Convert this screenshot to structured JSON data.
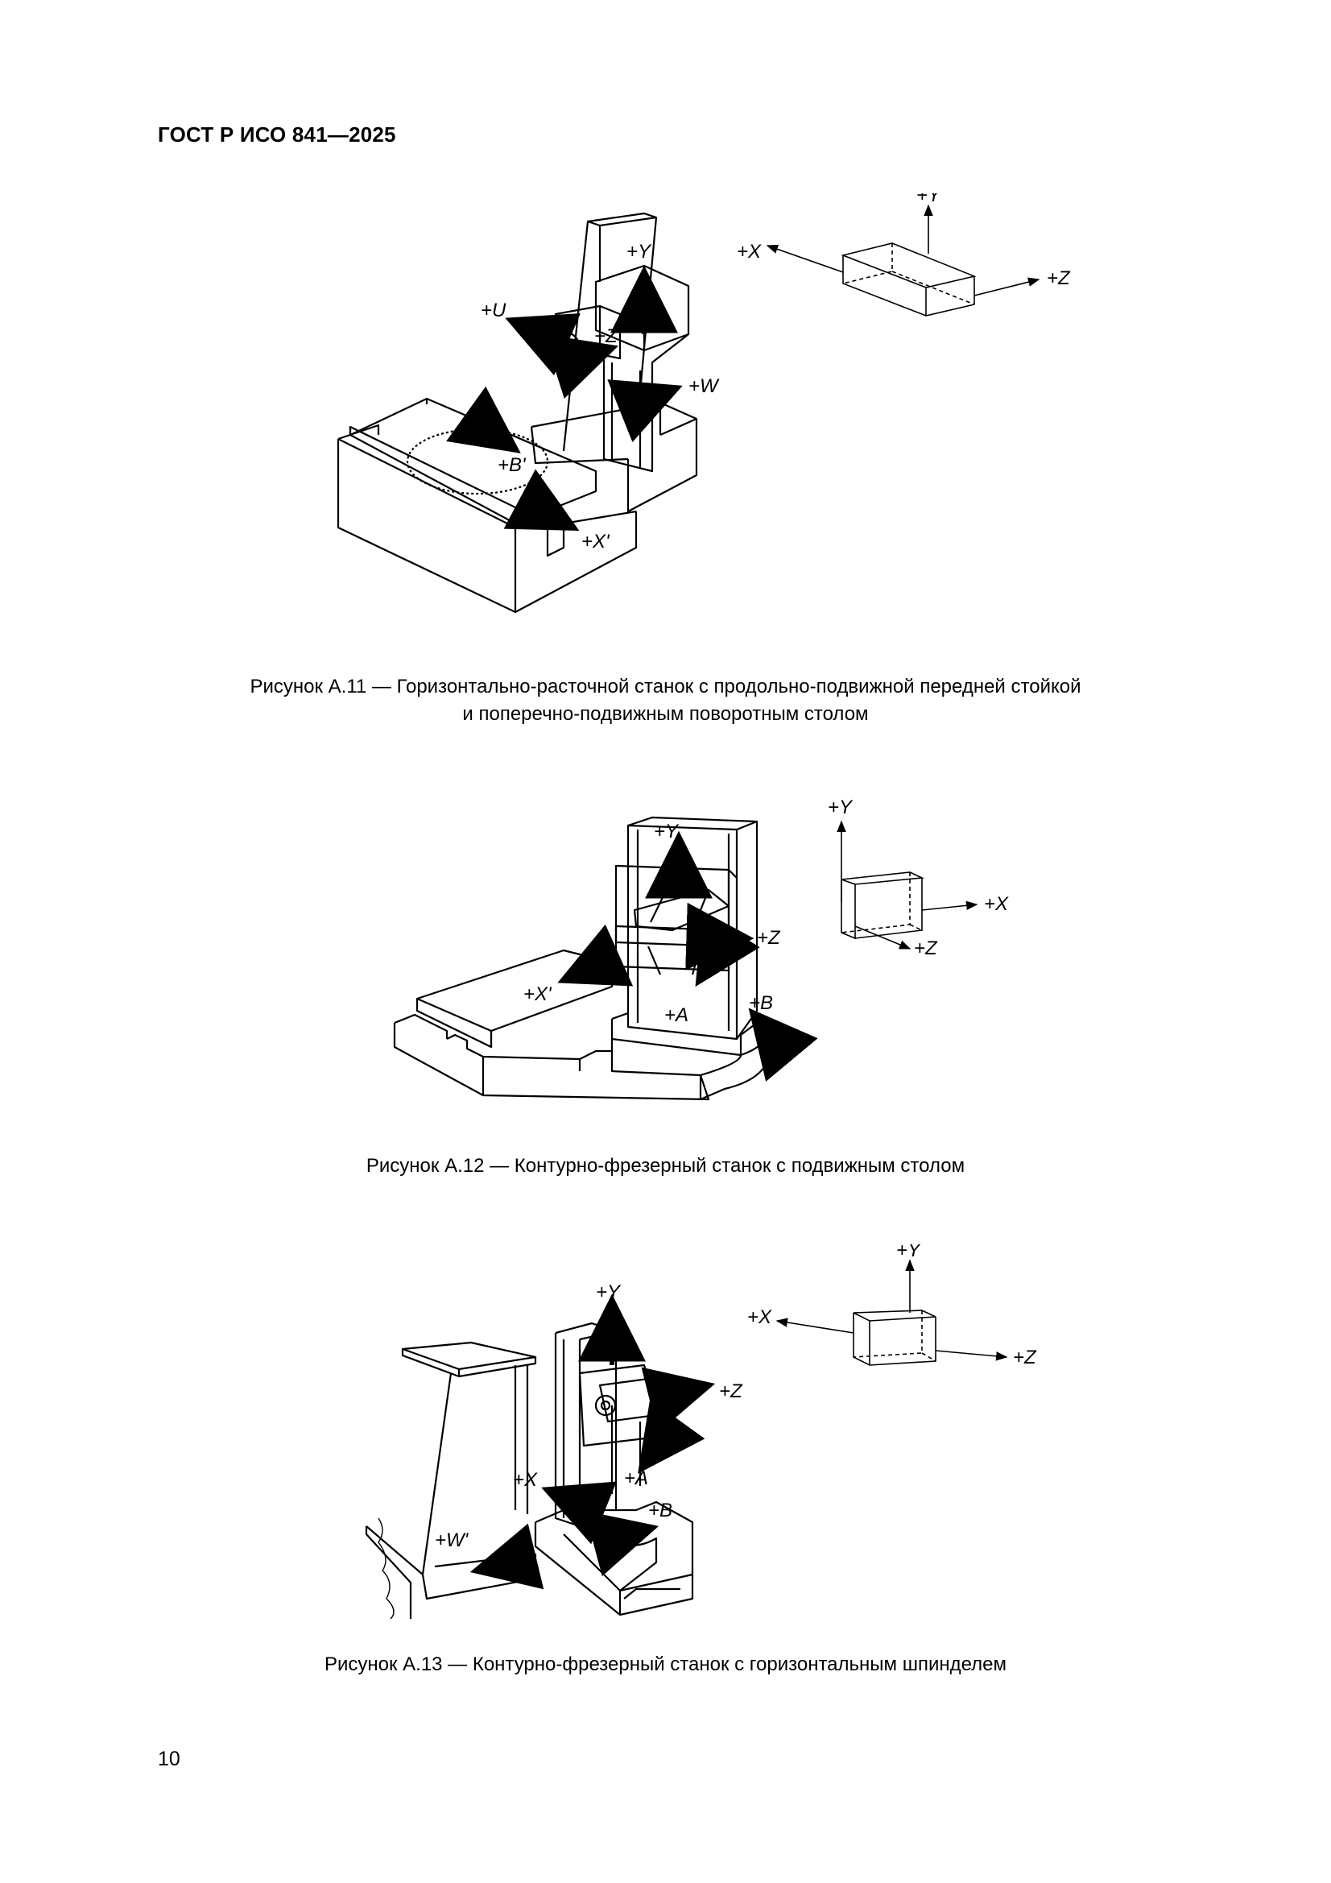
{
  "header": {
    "standard": "ГОСТ Р ИСО 841—2025"
  },
  "page": {
    "number": "10"
  },
  "figures": [
    {
      "caption_line1": "Рисунок А.11 — Горизонтально-расточной станок с продольно-подвижной передней стойкой",
      "caption_line2": "и поперечно-подвижным поворотным столом",
      "labels": {
        "u": "+U",
        "y": "+Y",
        "z": "+Z",
        "w": "+W",
        "b": "+B'",
        "x": "+X'",
        "cy": "+Y",
        "cx": "+X",
        "cz": "+Z"
      }
    },
    {
      "caption_line1": "Рисунок А.12 — Контурно-фрезерный станок с подвижным столом",
      "labels": {
        "y": "+Y",
        "z": "+Z",
        "x": "+X'",
        "a": "+A",
        "b": "+B",
        "cy": "+Y",
        "cx": "+X",
        "cz": "+Z"
      }
    },
    {
      "caption_line1": "Рисунок А.13 — Контурно-фрезерный станок с горизонтальным шпинделем",
      "labels": {
        "y": "+Y",
        "z": "+Z",
        "x": "+X",
        "a": "+A",
        "b": "+B",
        "w": "+W'",
        "cy": "+Y",
        "cx": "+X",
        "cz": "+Z"
      }
    }
  ]
}
